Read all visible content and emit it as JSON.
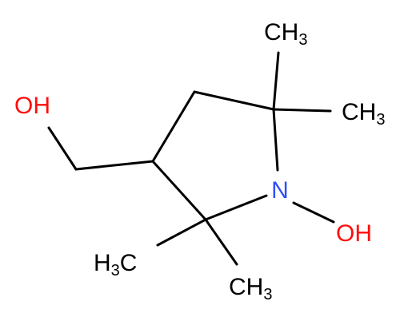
{
  "molecule": {
    "colors": {
      "bond": "#000000",
      "carbon_label": "#000000",
      "oxygen_label": "#ff0d0d",
      "nitrogen_label": "#3050f8"
    },
    "labels": {
      "oh_top": "OH",
      "n": "N",
      "oh_right": "OH",
      "ch3_top_right": {
        "main": "CH",
        "sub": "3"
      },
      "ch3_right": {
        "main": "CH",
        "sub": "3"
      },
      "h3c_left": {
        "h": "H",
        "sub": "3",
        "c": "C"
      },
      "ch3_bottom": {
        "main": "CH",
        "sub": "3"
      }
    }
  }
}
